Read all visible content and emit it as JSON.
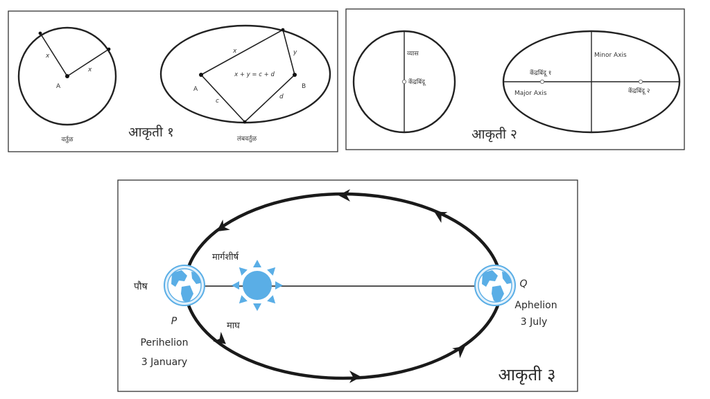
{
  "figure1": {
    "caption": "आकृती १",
    "circle": {
      "radius_label_1": "x",
      "radius_label_2": "x",
      "center_label": "A",
      "name": "वर्तुळ"
    },
    "ellipse": {
      "segment_x": "x",
      "segment_y": "y",
      "segment_c": "c",
      "segment_d": "d",
      "equation": "x + y = c + d",
      "focus_a": "A",
      "focus_b": "B",
      "name": "लंबवर्तुळ"
    }
  },
  "figure2": {
    "caption": "आकृती २",
    "circle": {
      "diameter_label": "व्यास",
      "center_label": "केंद्रबिंदू"
    },
    "ellipse": {
      "minor_axis": "Minor Axis",
      "major_axis": "Major Axis",
      "focus_1": "केंद्रबिंदू १",
      "focus_2": "केंद्रबिंदू २"
    }
  },
  "figure3": {
    "caption": "आकृती ३",
    "point_p": "P",
    "point_q": "Q",
    "perihelion": "Perihelion",
    "perihelion_date": "3 January",
    "aphelion": "Aphelion",
    "aphelion_date": "3 July",
    "month_left": "पौष",
    "month_top": "मार्गशीर्ष",
    "month_bottom": "माघ",
    "colors": {
      "sun": "#5aaee6",
      "earth_land": "#5aaee6",
      "orbit": "#1a1a1a"
    }
  }
}
